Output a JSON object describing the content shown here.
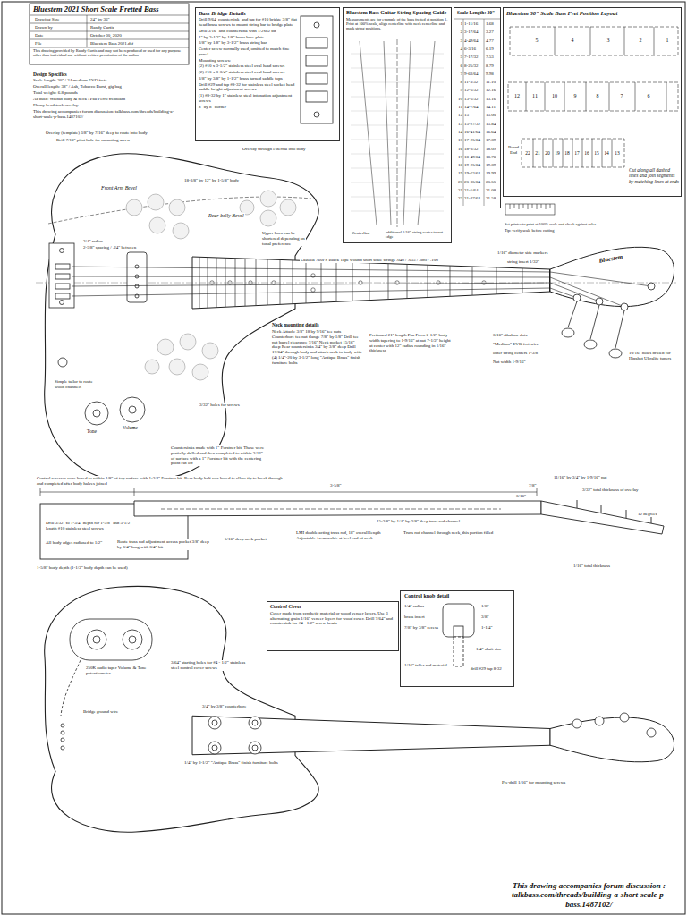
{
  "diagram": {
    "title": "Bluestem 2021 Short Scale Fretted Bass",
    "caption": "This drawing accompanies forum discussion : talkbass.com/threads/building-a-short-scale-p-bass.1487102/",
    "nodes": [
      {
        "text": [
          "Bass Bridge Details",
          "Drill 9/64, countersink, and tap for #10 bridge 3/8\" flat head brass screws to mount string bar to bridge plate",
          "Drill 3/16\" and countersink with 1/2x82 bit",
          "1\" by 3-1/2\" by 1/8\" brass base plate",
          "3/8\" by 1/8\" by 3-1/2\" brass string bar",
          "Center screw normally used, omitted to match fine panel",
          "Mounting screws:",
          "(2) #10 x 3-1/2\" stainless steel oval head screws",
          "(2) #10 x 3-3/4\" stainless steel oval head screws",
          "3/8\" by 3/8\" by 1-1/2\" brass turned saddle tops",
          "Drill #29 and tap #8-32 for stainless steel socket head saddle height adjustment screws",
          "(1) #8-32 by 1\" stainless steel intonation adjustment screws",
          "8\" by 8\" border"
        ]
      },
      {
        "text": [
          "Bluestem Bass Guitar String Spacing Guide",
          "Measurements are for example of the bass fretted at position 1. Print at 100% scale, align centerline with neck centerline and mark string positions."
        ]
      },
      {
        "text": [
          "Scale Length: 30\""
        ]
      },
      {
        "text": [
          "Bluestem 30\" Scale Bass Fret Position Layout",
          "Cut along all dashed lines and join segments by matching lines at ends"
        ]
      },
      {
        "text": [
          "Control Cover",
          "Cover made from synthetic material or wood veneer layers. Use 3 alternating grain 1/16\" veneer layers for wood cover. Drill 7/64\" and countersink for #4 - 1/2\" screw heads"
        ]
      },
      {
        "text": [
          "Control knob detail",
          "1/4\" radius",
          "brass insert",
          "7/8\" by 3/8\" recess",
          "1/8\"",
          "3/8\"",
          "1-1/4\"",
          "1/4\" shaft size",
          "1/16\" taller rod material",
          "drill #29 tap 8-32"
        ]
      }
    ],
    "labels": [
      "Drawing Size",
      "24\" by 36\"",
      "Drawn by",
      "Randy Curtis",
      "Date",
      "October 30, 2020",
      "File",
      "Bluestem Bass 2021.dsf",
      "This drawing provided by Randy Curtis and may not be reproduced or used for any purpose other than individual use without written permission of the author",
      "1",
      "1-11/16",
      "1.68",
      "2",
      "3-17/64",
      "3.27",
      "3",
      "4-49/64",
      "4.77",
      "4",
      "6-3/16",
      "6.19",
      "5",
      "7-17/32",
      "7.53",
      "6",
      "8-25/32",
      "8.79",
      "7",
      "9-63/64",
      "9.98",
      "8",
      "11-3/32",
      "11.10",
      "9",
      "12-5/32",
      "12.16",
      "10",
      "13-5/32",
      "13.16",
      "11",
      "14-7/64",
      "14.11",
      "12",
      "15",
      "15.00",
      "13",
      "15-27/32",
      "15.84",
      "14",
      "16-41/64",
      "16.64",
      "15",
      "17-25/64",
      "17.39",
      "16",
      "18-3/32",
      "18.09",
      "17",
      "18-49/64",
      "18.76",
      "18",
      "19-25/64",
      "19.39",
      "19",
      "19-63/64",
      "19.99",
      "20",
      "20-35/64",
      "20.55",
      "21",
      "21-5/64",
      "21.08",
      "22",
      "21-37/64",
      "21.58",
      "5",
      "4",
      "3",
      "2",
      "1",
      "12",
      "11",
      "10",
      "9",
      "8",
      "7",
      "6",
      "22",
      "21",
      "20",
      "19",
      "18",
      "17",
      "16",
      "15",
      "14",
      "13",
      "Board End",
      "Design Specifics",
      "Scale length: 30\" / 24 medium EVO frets",
      "Overall length: 38\" / Ash, Tobacco Burst, gig bag",
      "Total weight: 6.8 pounds",
      "As built: Walnut body & neck / Pau Ferro fretboard",
      "Ebony headstock overlay",
      "This drawing accompanies forum discussion: talkbass.com/threads/building-a-short-scale-p-bass.1487102/",
      "Overlay (template) 3/8\" by 7/16\" deep to route into body",
      "Drill 7/16\" pilot hole for mounting screw",
      "Overlay through external into body",
      "18-3/8\" by 12\" by 1-5/8\" body",
      "Front Arm Bevel",
      "Rear belly Bevel",
      "Upper horn can be shortened depending on tonal preference",
      "3/4\" radius",
      "2-5/8\" spacing / .24\" between",
      "LaBella 760FS Black Tape wound short scale strings .040 / .055 / .080 / .100",
      "string insert 1/32\"",
      "1/16\" diameter side markers",
      "Neck mounting details",
      "Neck Attach: 3/8\" 18 by 9/16\" tee nuts Counterbore tee nut flange 7/8\" by 1/8\" Drill tee nut barrel clearance 7/16\" Neck pocket 15/16\" deep Rear countersinks 3/4\" by 3/8\" deep Drill 17/64\" through body and attach neck to body with (4) 1/4\"-20 by 3-1/2\" long \"Antique Brass\" finish furniture bolts",
      "Fretboard 21\" length Pau Ferro 2-1/2\" body width tapering to 1-9/16\" at nut 7-1/2\" height at center with 12\" radius rounding in 1/16\" thickness",
      "3/16\" Abalone dots",
      "\"Medium\" EVO fret wire",
      "outer string centers 1-3/8\"",
      "Nut width 1-9/16\"",
      "10/16\" holes drilled for Hipshot Ultralite tuners",
      "Bluestem",
      "Simple tailor to route wood channels",
      "3/32\" holes for screws",
      "Volume",
      "Tone",
      "Countersinks made with 1\" Forstner bit. These were partially drilled and then completed to within 3/16\" of surface with a 1\" Forstner bit with the centering point cut off",
      "Control recesses were bored to within 1/8\" of top surface with 1-3/4\" Forstner bit. Rear body half was bored to allow tip to break through and completed after body halves joined",
      "3-5/8\"",
      "7/8\"",
      "3/16\"",
      "11/16\" by 3/4\" by 1-9/16\" nut",
      "3/32\" total thickness of overlay",
      "12 degrees",
      "15-3/8\" by 1/4\" by 3/8\" deep truss rod channel",
      "Drill 3/32\" to 1-3/4\" depth for 1-5/8\" and 5-1/2\" length #10 stainless steel screws",
      "Route truss rod adjustment access pocket 3/8\" deep by 3/4\" long with 3/4\" bit",
      "All body edges radiused to 1/2\"",
      "5/16\" deep neck pocket",
      "LMI double acting truss rod, 18\" overall length Adjustable / removable at heel end of neck",
      "Truss rod channel through neck, this portion filled",
      "1/16\" total thickness",
      "1-5/8\" body depth (1-1/2\" body depth can be used)",
      "250K audio taper Volume & Tone potentiometer",
      "Bridge ground wire",
      "3/64\" starting holes for #4 - 1/2\" stainless steel control cover screws",
      "3/4\" by 3/8\" counterbore",
      "1/4\" by 3-1/2\" \"Antique Brass\" finish furniture bolts",
      "Pre-drill 1/16\" for mounting screws",
      "Set printer to print at 100% scale and check against ruler",
      "Tip: verify scale before cutting",
      "Centerline",
      "additional 1/16\" string center to nut edge"
    ]
  }
}
